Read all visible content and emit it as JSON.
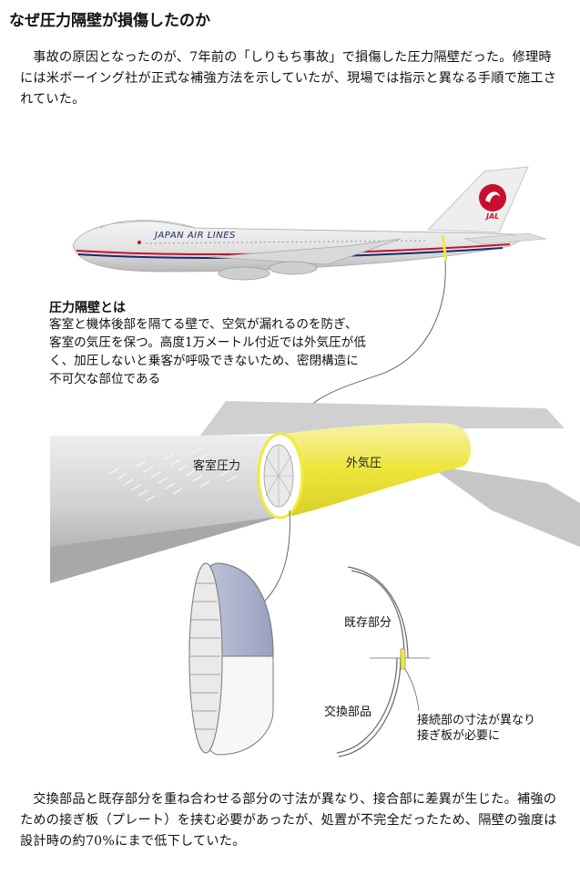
{
  "title": "なぜ圧力隔壁が損傷したのか",
  "intro": "事故の原因となったのが、7年前の「しりもち事故」で損傷した圧力隔壁だった。修理時には米ボーイング社が正式な補強方法を示していたが、現場では指示と異なる手順で施工されていた。",
  "airline_text": "JAPAN AIR LINES",
  "logo_text": "JAL",
  "note": {
    "heading": "圧力隔壁とは",
    "body": "客室と機体後部を隔てる壁で、空気が漏れるのを防ぎ、客室の気圧を保つ。高度1万メートル付近では外気圧が低く、加圧しないと乗客が呼吸できないため、密閉構造に不可欠な部位である"
  },
  "labels": {
    "cabin_pressure": "客室圧力",
    "outside_pressure": "外気圧",
    "existing_part": "既存部分",
    "replacement_part": "交換部品",
    "joint_note": "接続部の寸法が異なり接ぎ板が必要に"
  },
  "conclusion": "交換部品と既存部分を重ね合わせる部分の寸法が異なり、接合部に差異が生じた。補強のための接ぎ板（プレート）を挟む必要があったが、処置が不完全だったため、隔壁の強度は設計時の約70%にまで低下していた。",
  "colors": {
    "highlight": "#f2ea3a",
    "fuselage_red": "#c8102e",
    "fuselage_blue": "#1a2a6c",
    "bulkhead": "#9aa0c0"
  }
}
